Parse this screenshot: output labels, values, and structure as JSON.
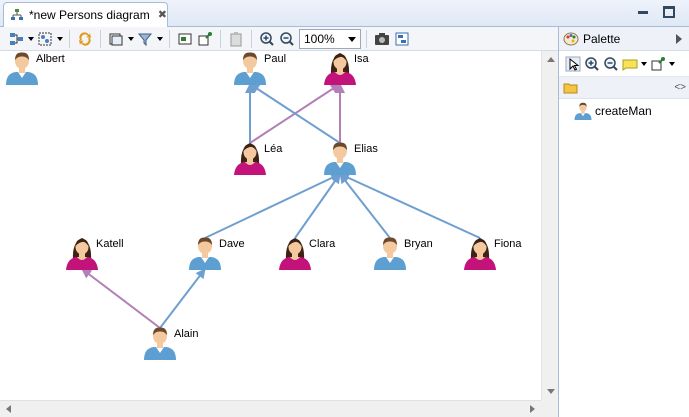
{
  "tab": {
    "label": "*new Persons diagram",
    "close_glyph": "✖"
  },
  "toolbar": {
    "zoom_value": "100%"
  },
  "palette": {
    "title": "Palette",
    "entries": [
      {
        "label": "createMan",
        "icon": "man-icon"
      }
    ]
  },
  "diagram": {
    "persons": [
      {
        "id": "albert",
        "name": "Albert",
        "gender": "man"
      },
      {
        "id": "paul",
        "name": "Paul",
        "gender": "man"
      },
      {
        "id": "isa",
        "name": "Isa",
        "gender": "woman"
      },
      {
        "id": "lea",
        "name": "Léa",
        "gender": "woman"
      },
      {
        "id": "elias",
        "name": "Elias",
        "gender": "man"
      },
      {
        "id": "katell",
        "name": "Katell",
        "gender": "woman"
      },
      {
        "id": "dave",
        "name": "Dave",
        "gender": "man"
      },
      {
        "id": "clara",
        "name": "Clara",
        "gender": "woman"
      },
      {
        "id": "bryan",
        "name": "Bryan",
        "gender": "man"
      },
      {
        "id": "fiona",
        "name": "Fiona",
        "gender": "woman"
      },
      {
        "id": "alain",
        "name": "Alain",
        "gender": "man"
      }
    ],
    "links": [
      {
        "from": "lea",
        "to": "paul",
        "kind": "father"
      },
      {
        "from": "lea",
        "to": "isa",
        "kind": "mother"
      },
      {
        "from": "elias",
        "to": "paul",
        "kind": "father"
      },
      {
        "from": "elias",
        "to": "isa",
        "kind": "mother"
      },
      {
        "from": "dave",
        "to": "elias",
        "kind": "father"
      },
      {
        "from": "clara",
        "to": "elias",
        "kind": "father"
      },
      {
        "from": "bryan",
        "to": "elias",
        "kind": "father"
      },
      {
        "from": "fiona",
        "to": "elias",
        "kind": "father"
      },
      {
        "from": "alain",
        "to": "dave",
        "kind": "father"
      },
      {
        "from": "alain",
        "to": "katell",
        "kind": "mother"
      }
    ]
  },
  "colors": {
    "father_link": "#6f9fd0",
    "mother_link": "#b27fb8",
    "man_shirt": "#5c9fd0",
    "woman_dress": "#c3137b",
    "skin": "#f4c9a0",
    "man_hair": "#6b4a2b",
    "woman_hair": "#3d2314"
  }
}
